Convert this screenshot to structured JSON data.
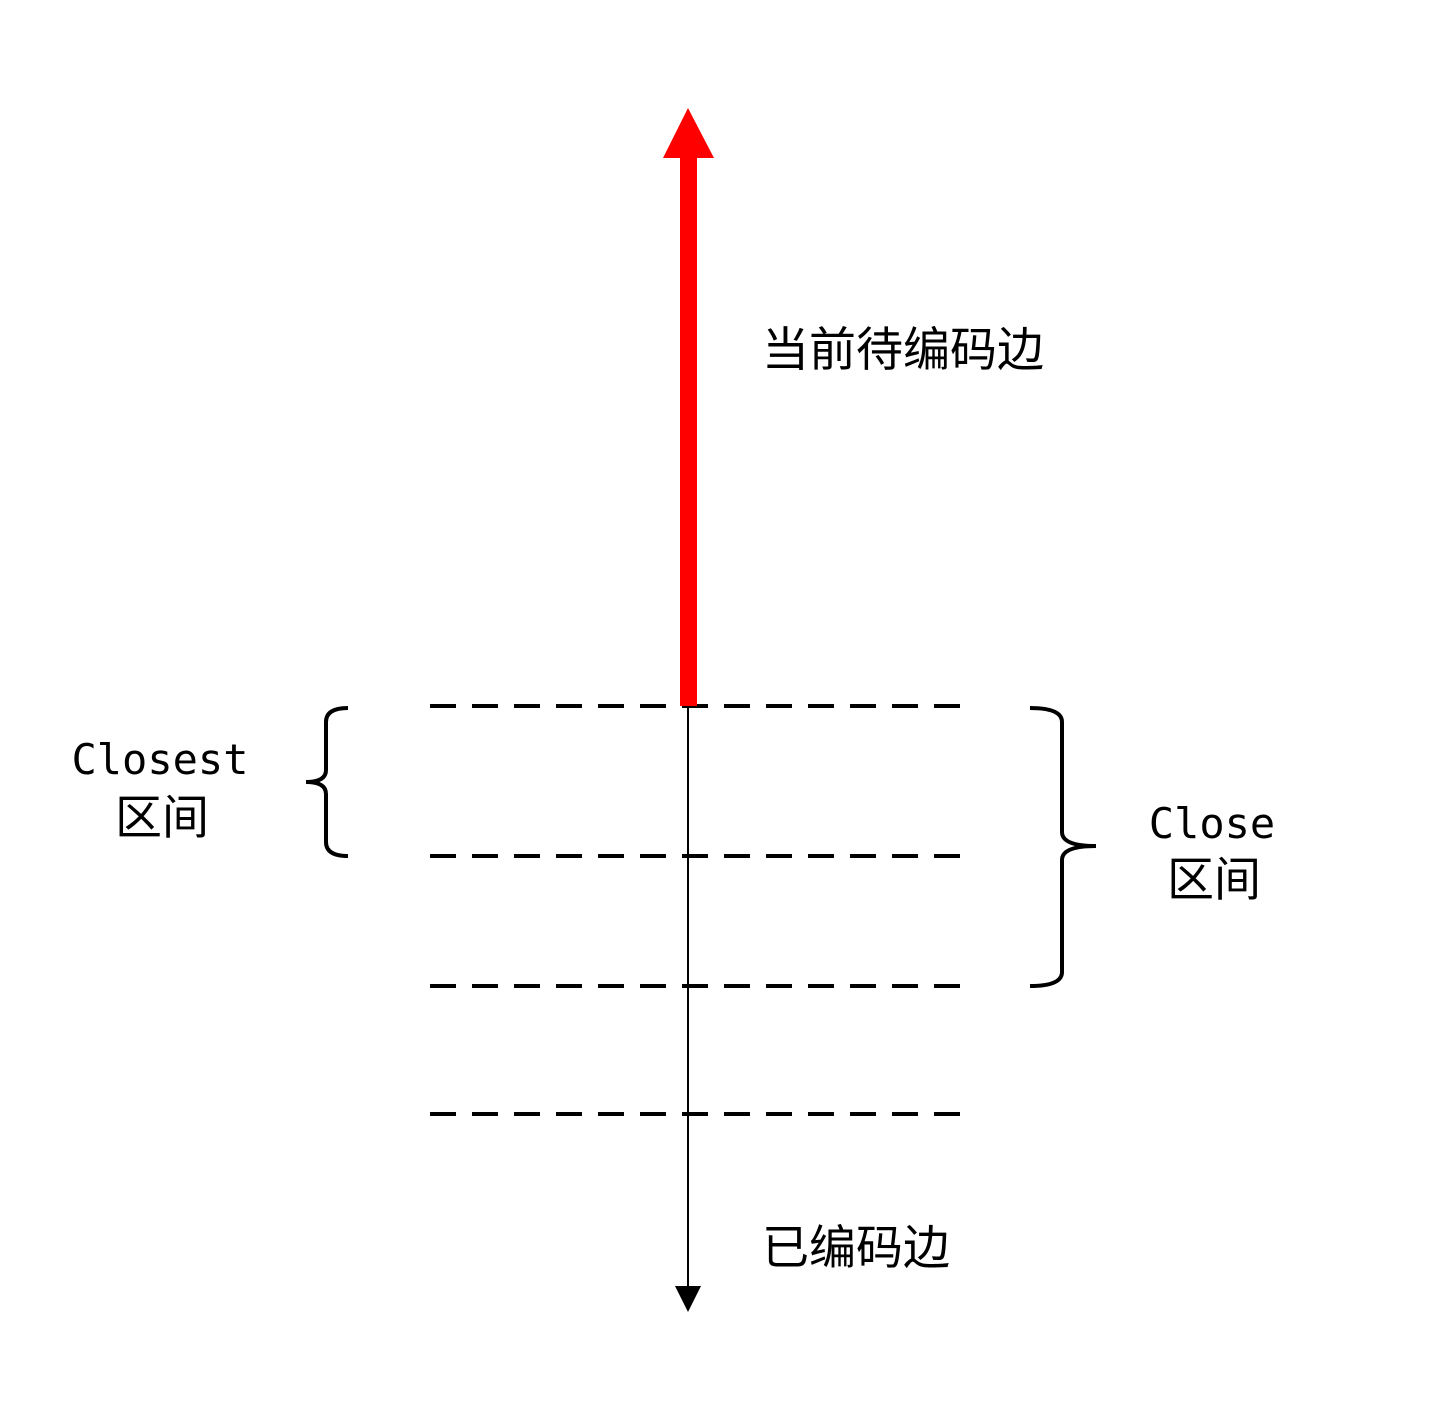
{
  "labels": {
    "current_edge": "当前待编码边",
    "encoded_edge": "已编码边",
    "closest_interval_line1": "Closest",
    "closest_interval_line2": "区间",
    "close_interval_line1": "Close",
    "close_interval_line2": "区间"
  },
  "colors": {
    "current_edge_arrow": "#ff0000",
    "encoded_edge_arrow": "#000000",
    "dashed_lines": "#000000",
    "braces": "#000000",
    "background": "#ffffff"
  }
}
